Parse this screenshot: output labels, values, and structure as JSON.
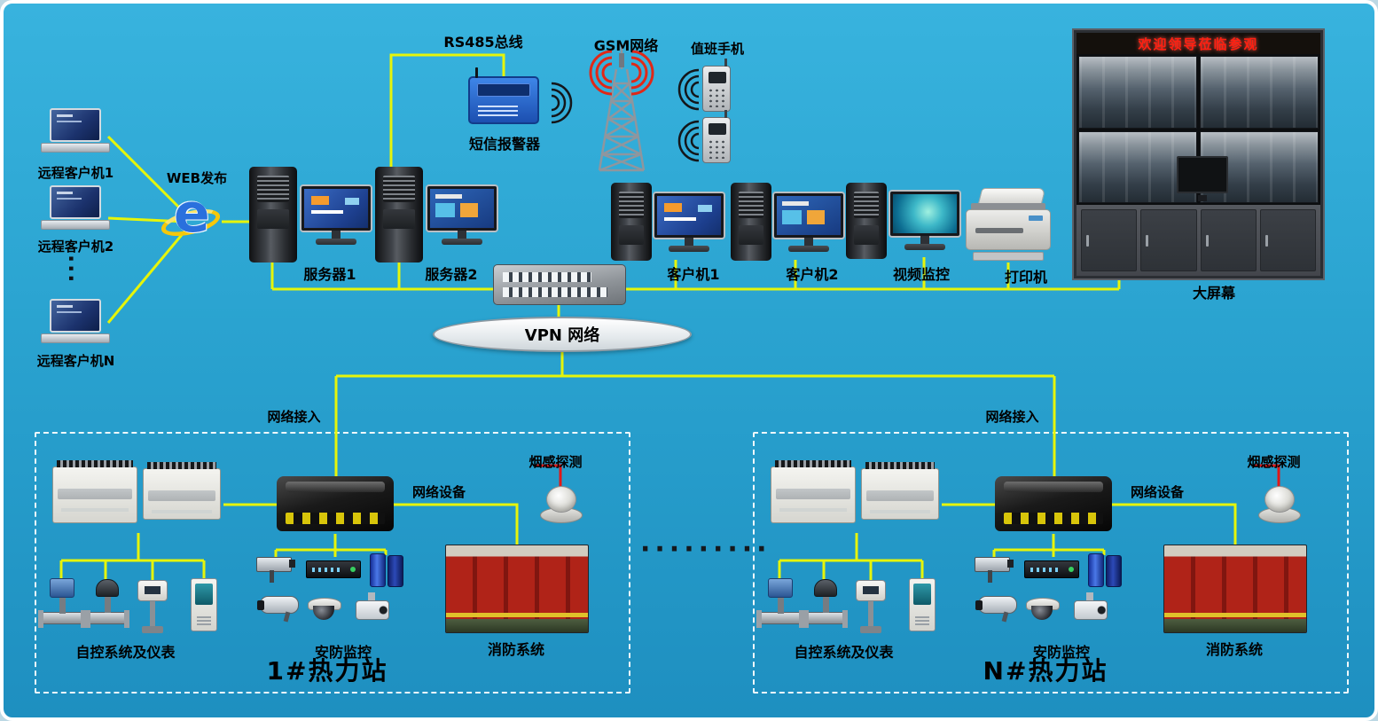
{
  "top": {
    "rs485_label": "RS485总线",
    "gsm_label": "GSM网络",
    "duty_phone_label": "值班手机",
    "web_publish_label": "WEB发布",
    "remote_clients": [
      "远程客户机1",
      "远程客户机2",
      "远程客户机N"
    ],
    "remote_ellipsis": "···",
    "server1_label": "服务器1",
    "server2_label": "服务器2",
    "sms_alarm_label": "短信报警器",
    "client1_label": "客户机1",
    "client2_label": "客户机2",
    "video_monitor_label": "视频监控",
    "printer_label": "打印机",
    "big_screen_label": "大屏幕",
    "welcome_text": "欢迎领导莅临参观",
    "vpn_label": "VPN 网络"
  },
  "stations_ellipsis": "·········",
  "stations": [
    {
      "title": "1#热力站",
      "network_access": "网络接入",
      "network_device": "网络设备",
      "smoke_detector": "烟感探测",
      "control_system": "自控系统及仪表",
      "security": "安防监控",
      "fire_system": "消防系统"
    },
    {
      "title": "N#热力站",
      "network_access": "网络接入",
      "network_device": "网络设备",
      "smoke_detector": "烟感探测",
      "control_system": "自控系统及仪表",
      "security": "安防监控",
      "fire_system": "消防系统"
    }
  ],
  "colors": {
    "wire": "#e6f50a",
    "alarm_wire": "#e01818",
    "background_top": "#38b3de",
    "background_bottom": "#1e8fc0",
    "led_text": "#ff2012"
  }
}
